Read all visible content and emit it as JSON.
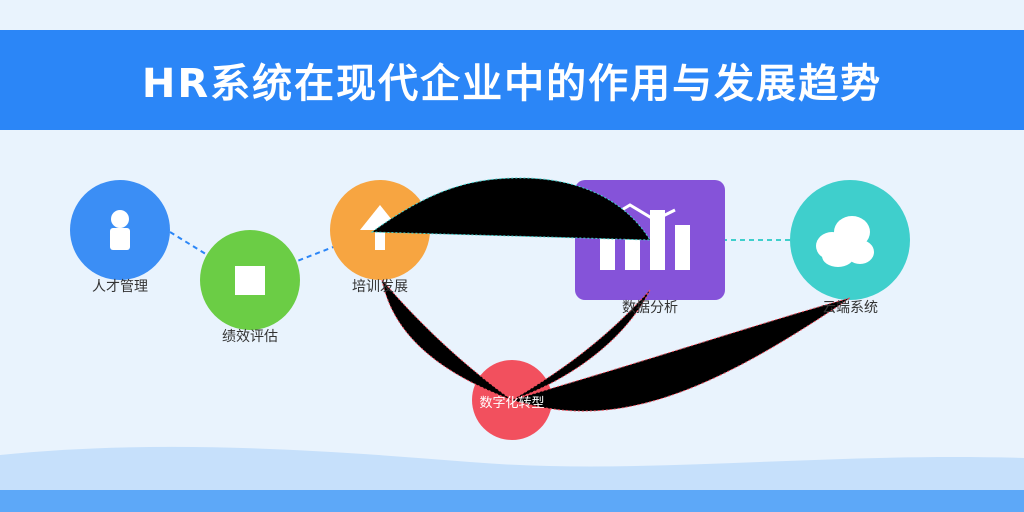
{
  "title": "HR系统在现代企业中的作用与发展趋势",
  "colors": {
    "background": "#e9f3fd",
    "banner": "#2b86f7",
    "talent": "#3b8ef5",
    "performance": "#6bcd45",
    "training": "#f7a541",
    "analytics": "#8553d9",
    "cloud": "#3fcfcc",
    "digital": "#f2505e",
    "wave": "#c6e0fb",
    "bottom_bar": "#5da8f8"
  },
  "nodes": [
    {
      "id": "talent",
      "label": "人才管理",
      "icon": "person-icon"
    },
    {
      "id": "performance",
      "label": "绩效评估",
      "icon": "document-icon"
    },
    {
      "id": "training",
      "label": "培训发展",
      "icon": "arrow-up-icon"
    },
    {
      "id": "analytics",
      "label": "数据分析",
      "icon": "bar-chart-icon"
    },
    {
      "id": "cloud",
      "label": "云端系统",
      "icon": "cloud-icon"
    },
    {
      "id": "digital",
      "label": "数字化转型",
      "icon": ""
    }
  ]
}
